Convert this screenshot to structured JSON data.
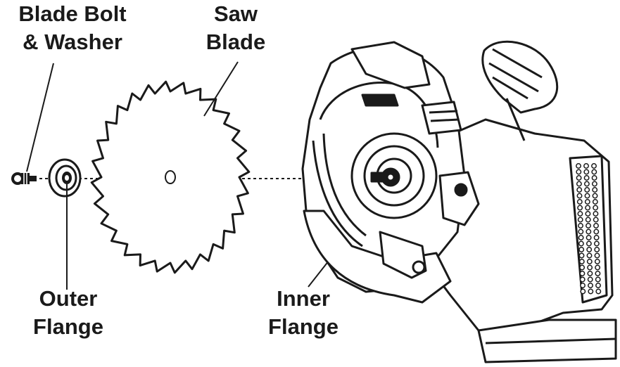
{
  "labels": {
    "blade_bolt_washer": {
      "line1": "Blade Bolt",
      "line2": "& Washer"
    },
    "saw_blade": {
      "line1": "Saw",
      "line2": "Blade"
    },
    "outer_flange": {
      "line1": "Outer",
      "line2": "Flange"
    },
    "inner_flange": {
      "line1": "Inner",
      "line2": "Flange"
    }
  },
  "colors": {
    "ink": "#1a1a1a",
    "background": "#ffffff"
  }
}
